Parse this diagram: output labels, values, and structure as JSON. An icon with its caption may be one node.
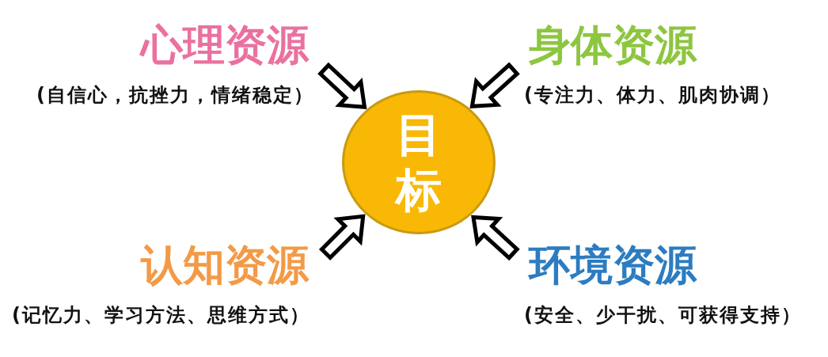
{
  "diagram": {
    "nodes": [
      {
        "text": [
          "心理资源",
          "(自信心，抗挫力，情绪稳定）"
        ]
      },
      {
        "text": [
          "身体资源",
          "(专注力、体力、肌肉协调）"
        ]
      },
      {
        "text": [
          "目标"
        ]
      },
      {
        "text": [
          "认知资源",
          "(记忆力、学习方法、思维方式）"
        ]
      },
      {
        "text": [
          "环境资源",
          "(安全、少干扰、可获得支持）"
        ]
      }
    ],
    "edges": [
      {
        "from": 0,
        "to": 2,
        "arrow": "to"
      },
      {
        "from": 1,
        "to": 2,
        "arrow": "to"
      },
      {
        "from": 3,
        "to": 2,
        "arrow": "to"
      },
      {
        "from": 4,
        "to": 2,
        "arrow": "to"
      }
    ]
  }
}
